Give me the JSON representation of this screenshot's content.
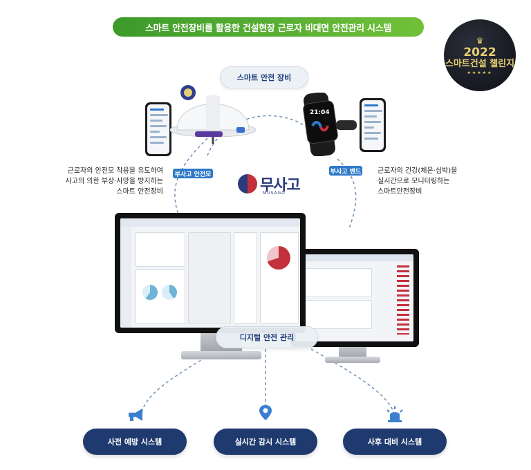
{
  "banner": {
    "title": "스마트 안전장비를 활용한 건설현장 근로자 비대면 안전관리 시스템"
  },
  "badge": {
    "year": "2022",
    "title": "스마트건설 챌린지",
    "colors": {
      "bg": "#12151c",
      "gold": "#e9cf72"
    }
  },
  "equipment": {
    "label": "스마트 안전 장비"
  },
  "helmet": {
    "tag": "부사고 안전모",
    "description": [
      "근로자의 안전모 착용을 유도하여",
      "사고의 의한 부상·사망을 방지하는",
      "스마트 안전장비"
    ]
  },
  "watch": {
    "tag": "부사고 밴드",
    "time": "21:04",
    "description": [
      "근로자의 건강(체온·심박)을",
      "실시간으로 모니터링하는",
      "스마트안전장비"
    ]
  },
  "logo": {
    "name": "무사고",
    "sub": "MUSAGO"
  },
  "digital": {
    "label": "디지털 안전 관리"
  },
  "systems": [
    {
      "label": "사전 예방 시스템",
      "icon": "megaphone-icon"
    },
    {
      "label": "실시간 감시 시스템",
      "icon": "map-pin-icon"
    },
    {
      "label": "사후 대비 시스템",
      "icon": "alarm-light-icon"
    }
  ],
  "colors": {
    "accent": "#2f79c8",
    "navy": "#1f3a6e",
    "green": "#5cb032"
  }
}
